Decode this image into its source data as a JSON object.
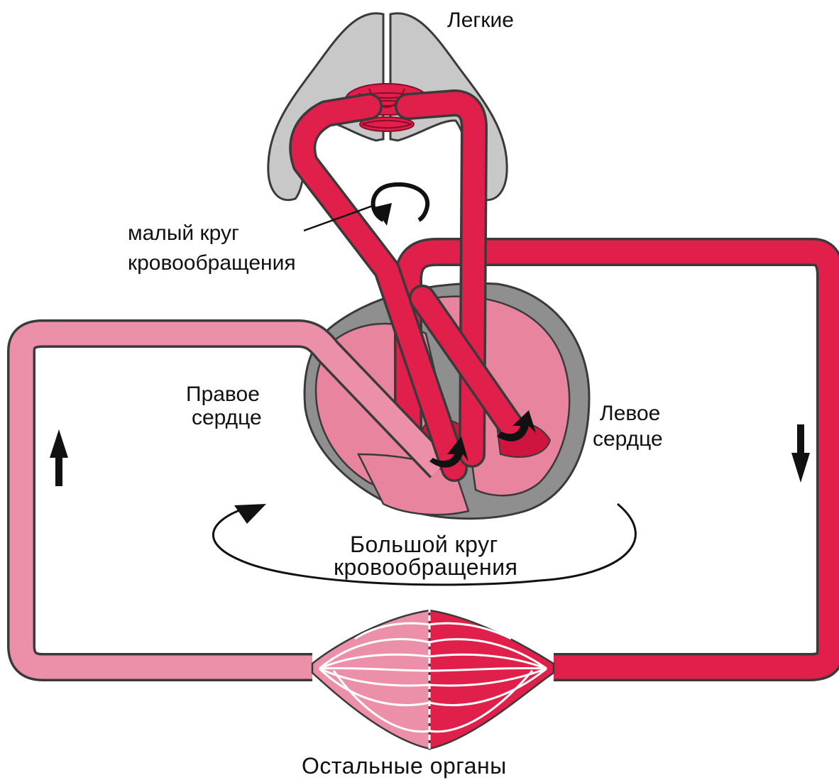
{
  "labels": {
    "lungs": "Легкие",
    "pulmonary_circuit_line1": "малый круг",
    "pulmonary_circuit_line2": "кровообращения",
    "right_heart_line1": "Правое",
    "right_heart_line2": "сердце",
    "left_heart_line1": "Левое",
    "left_heart_line2": "сердце",
    "systemic_circuit_line1": "Большой круг",
    "systemic_circuit_line2": "кровообращения",
    "other_organs": "Остальные органы"
  },
  "colors": {
    "arterial_blood": "#e0204a",
    "venous_blood": "#ea7f9c",
    "organ_gray": "#c6c6c6",
    "heart_wall": "#8f8f8f",
    "outline": "#3a3a3a",
    "arrow": "#111111"
  },
  "icons": {
    "upward_flow": "arrow-up-icon",
    "downward_flow": "arrow-down-icon",
    "pulmonary_cycle": "circular-arrow-icon",
    "systemic_cycle": "elliptical-arrow-icon"
  }
}
